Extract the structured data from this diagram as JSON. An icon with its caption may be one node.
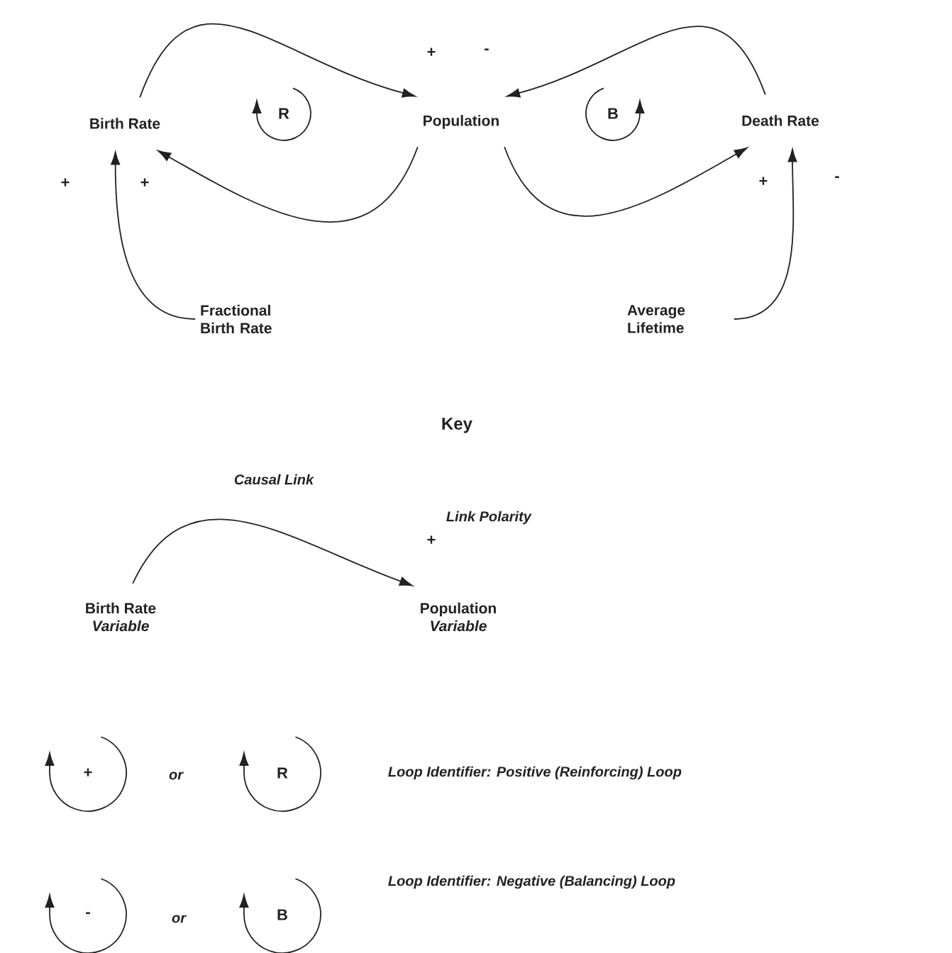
{
  "diagram": {
    "nodes": [
      {
        "text": [
          "Birth Rate"
        ]
      },
      {
        "text": [
          "Population"
        ]
      },
      {
        "text": [
          "Death Rate"
        ]
      },
      {
        "text": [
          "Fractional Birth Rate"
        ]
      },
      {
        "text": [
          "Average Lifetime"
        ]
      },
      {
        "text": [
          "Birth Rate",
          "Variable"
        ]
      },
      {
        "text": [
          "Population",
          "Variable"
        ]
      }
    ],
    "edges": [
      {
        "from": 0,
        "to": 1,
        "arrow": "to",
        "label": "+"
      },
      {
        "from": 1,
        "to": 0,
        "arrow": "to",
        "label": "+"
      },
      {
        "from": 2,
        "to": 1,
        "arrow": "to",
        "label": "-"
      },
      {
        "from": 1,
        "to": 2,
        "arrow": "to",
        "label": "+"
      },
      {
        "from": 3,
        "to": 0,
        "arrow": "to",
        "label": "+"
      },
      {
        "from": 4,
        "to": 2,
        "arrow": "to",
        "label": "-"
      },
      {
        "from": 5,
        "to": 6,
        "arrow": "to",
        "label": "+"
      }
    ],
    "labels": [
      "R",
      "B",
      "Key",
      "Causal Link",
      "Link Polarity",
      "+",
      "or",
      "R",
      "Loop Identifier: Positive (Reinforcing) Loop",
      "-",
      "or",
      "B",
      "Loop Identifier: Negative (Balancing) Loop"
    ]
  }
}
